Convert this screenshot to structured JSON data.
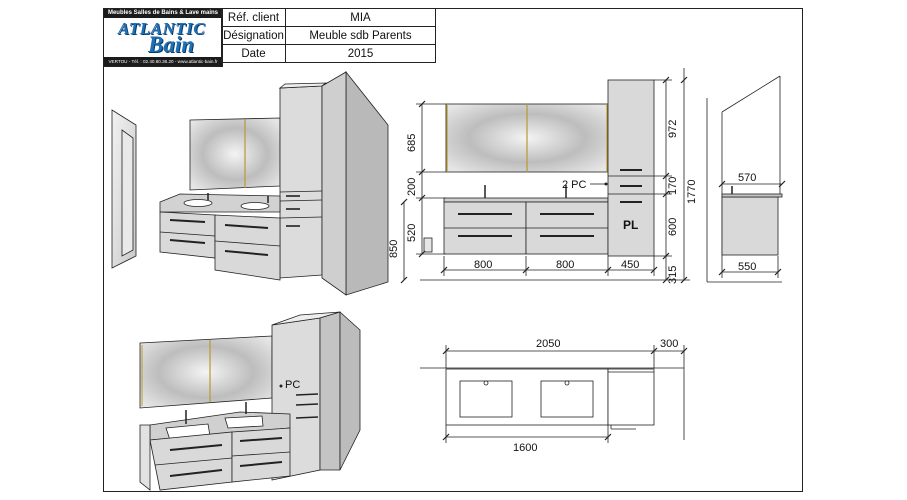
{
  "header": {
    "logo": {
      "tagline": "Meubles Salles de Bains & Lave mains",
      "brand_line1": "ATLANTIC",
      "brand_line2": "Bain",
      "contact": "VERTOU - Tél. : 02.40.80.36.20 - www.atlantic-bain.fr"
    },
    "info_table": [
      {
        "label": "Réf. client",
        "value": "MIA"
      },
      {
        "label": "Désignation",
        "value": "Meuble sdb Parents"
      },
      {
        "label": "Date",
        "value": "2015"
      }
    ]
  },
  "elevation": {
    "heights_left": [
      "685",
      "200",
      "520",
      "850"
    ],
    "heights_column": [
      "972",
      "170",
      "600",
      "315"
    ],
    "total_height": "1770",
    "widths": [
      "800",
      "800",
      "450"
    ],
    "column_label": "PL",
    "callout": "2 PC"
  },
  "side_view": {
    "depth_top": "570",
    "depth_bottom": "550"
  },
  "plan_view": {
    "total_width": "2050",
    "column_depth": "300",
    "vanity_width": "1600"
  },
  "perspective_lower": {
    "callout": "PC"
  },
  "colors": {
    "line": "#222222",
    "cabinet_fill": "#d9d9d9",
    "logo_blue": "#1f6fb5"
  }
}
